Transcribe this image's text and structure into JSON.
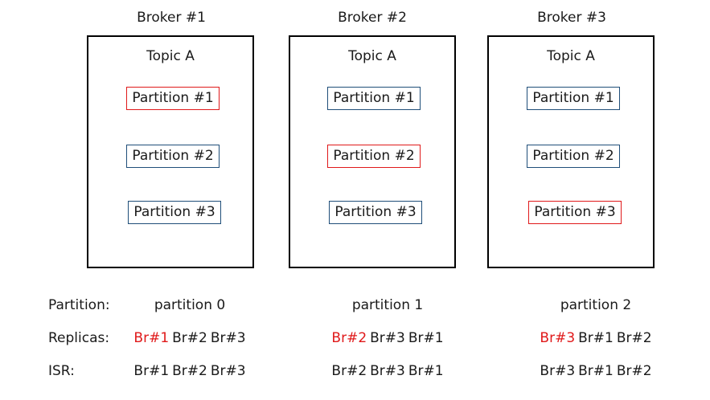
{
  "brokers": [
    {
      "label": "Broker #1",
      "topic": "Topic A",
      "partitions": [
        "Partition #1",
        "Partition #2",
        "Partition #3"
      ],
      "leader_index": 0
    },
    {
      "label": "Broker #2",
      "topic": "Topic A",
      "partitions": [
        "Partition #1",
        "Partition #2",
        "Partition #3"
      ],
      "leader_index": 1
    },
    {
      "label": "Broker #3",
      "topic": "Topic A",
      "partitions": [
        "Partition #1",
        "Partition #2",
        "Partition #3"
      ],
      "leader_index": 2
    }
  ],
  "colors": {
    "leader": "#e0191a",
    "follower": "#1f4e79",
    "box": "#000000"
  },
  "table": {
    "row_labels": {
      "partition": "Partition:",
      "replicas": "Replicas:",
      "isr": "ISR:"
    },
    "columns": [
      {
        "partition": "partition 0",
        "replicas": [
          "Br#1",
          "Br#2",
          "Br#3"
        ],
        "isr": [
          "Br#1",
          "Br#2",
          "Br#3"
        ]
      },
      {
        "partition": "partition 1",
        "replicas": [
          "Br#2",
          "Br#3",
          "Br#1"
        ],
        "isr": [
          "Br#2",
          "Br#3",
          "Br#1"
        ]
      },
      {
        "partition": "partition 2",
        "replicas": [
          "Br#3",
          "Br#1",
          "Br#2"
        ],
        "isr": [
          "Br#3",
          "Br#1",
          "Br#2"
        ]
      }
    ]
  }
}
